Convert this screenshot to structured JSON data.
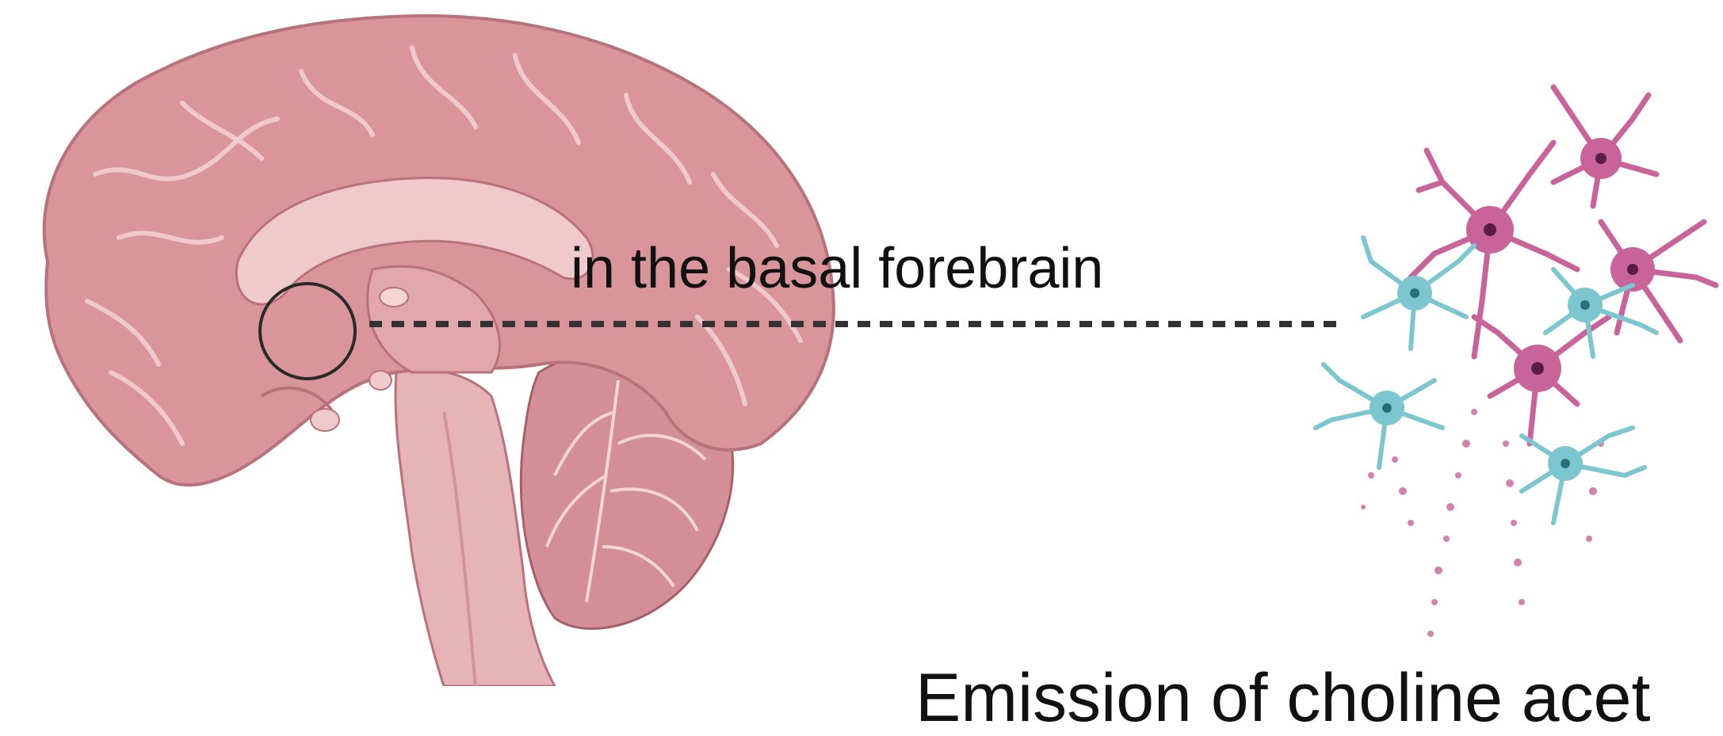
{
  "labels": {
    "region": "in the basal forebrain",
    "cut_off_caption": "Emission of choline acet"
  },
  "colors": {
    "brain_fill": "#d9959a",
    "brain_dark": "#b8727a",
    "brain_light": "#efc9cb",
    "neuron_pink": "#c8649a",
    "neuron_cyan": "#7cc7cf",
    "leader_line": "#333333"
  },
  "icons": {
    "brain": "brain-sagittal-illustration",
    "cells": "neuron-cluster-illustration"
  }
}
